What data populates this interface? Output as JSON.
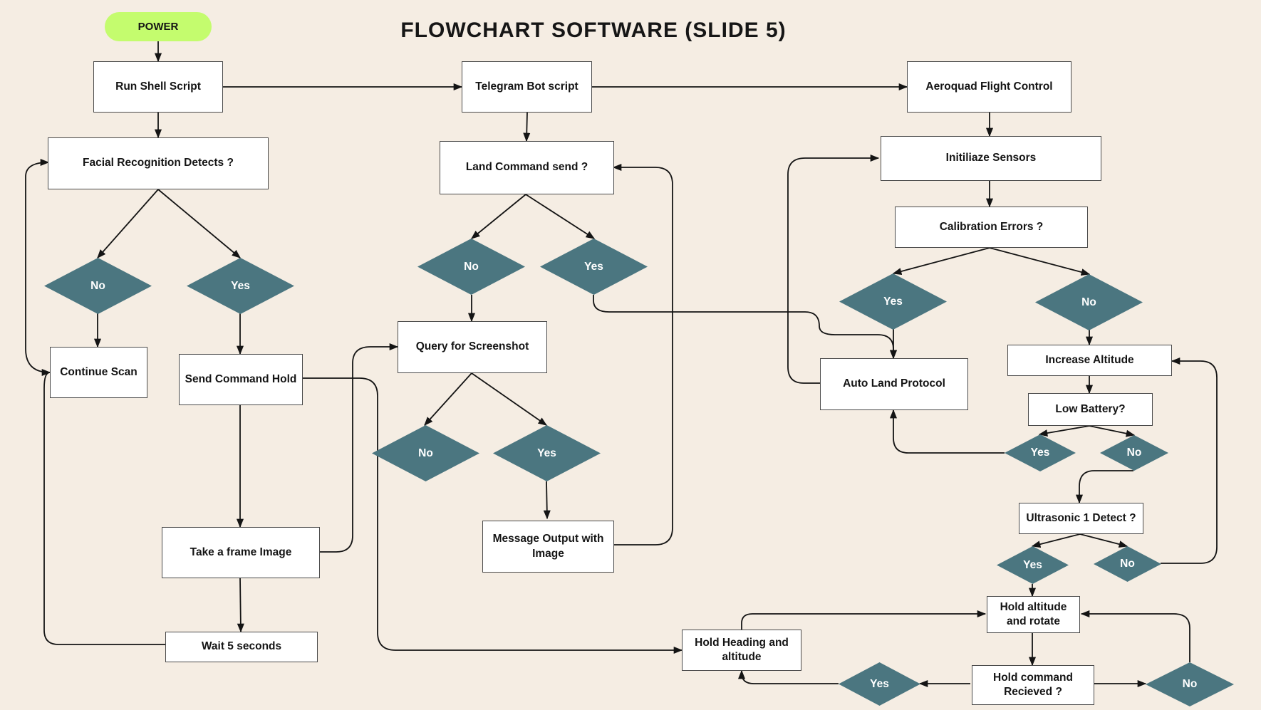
{
  "title": "FLOWCHART SOFTWARE (SLIDE 5)",
  "colors": {
    "background": "#f5ede3",
    "decision": "#4b7680",
    "start": "#c4fc6e",
    "box": "#ffffff",
    "line": "#141414"
  },
  "nodes": {
    "power": "POWER",
    "run_shell": "Run Shell Script",
    "telegram_bot": "Telegram Bot script",
    "aeroquad": "Aeroquad Flight Control",
    "facial_recognition": "Facial Recognition Detects ?",
    "fr_no": "No",
    "fr_yes": "Yes",
    "continue_scan": "Continue Scan",
    "send_command_hold": "Send Command Hold",
    "take_frame": "Take a frame Image",
    "wait_5": "Wait 5 seconds",
    "land_command": "Land Command send ?",
    "lc_no": "No",
    "lc_yes": "Yes",
    "query_screenshot": "Query for Screenshot",
    "qs_no": "No",
    "qs_yes": "Yes",
    "message_output": "Message Output with Image",
    "init_sensors": "Initiliaze Sensors",
    "calibration": "Calibration Errors ?",
    "cal_yes": "Yes",
    "cal_no": "No",
    "auto_land": "Auto Land Protocol",
    "increase_alt": "Increase Altitude",
    "low_battery": "Low Battery?",
    "lb_yes": "Yes",
    "lb_no": "No",
    "ultrasonic": "Ultrasonic 1 Detect ?",
    "us_yes": "Yes",
    "us_no": "No",
    "hold_alt_rotate": "Hold altitude and rotate",
    "hold_command": "Hold command Recieved ?",
    "hc_yes": "Yes",
    "hc_no": "No",
    "hold_heading": "Hold Heading and altitude"
  }
}
